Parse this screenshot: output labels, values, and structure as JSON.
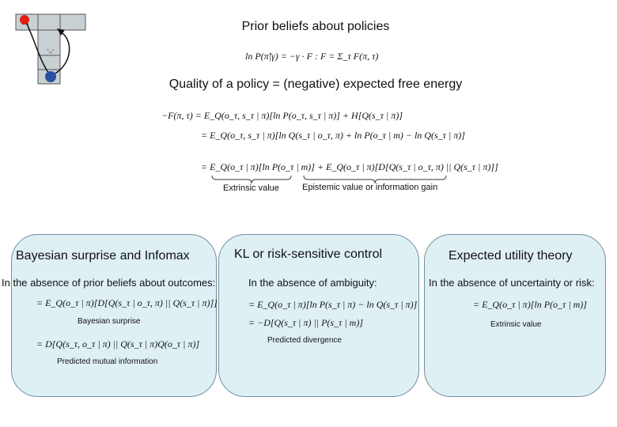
{
  "title": "Prior beliefs about policies",
  "prior_equation": "ln P(π̃|γ) = −γ · F : F = Σ_τ F(π, τ)",
  "subtitle": "Quality of a policy = (negative) expected free energy",
  "free_energy_equations": [
    "−F(π, τ) = E_Q(o_τ, s_τ | π)[ln P(o_τ, s_τ | π)] + H[Q(s_τ | π)]",
    "= E_Q(o_τ, s_τ | π)[ln Q(s_τ | o_τ, π) + ln P(o_τ | m) − ln Q(s_τ | π)]",
    "= E_Q(o_τ | π)[ln P(o_τ | m)] + E_Q(o_τ | π)[D[Q(s_τ | o_τ, π) || Q(s_τ | π)]]"
  ],
  "term_labels": {
    "extrinsic": "Extrinsic value",
    "epistemic": "Epistemic value or information gain"
  },
  "panels": [
    {
      "title": "Bayesian surprise and Infomax",
      "condition": "In the absence of prior beliefs about outcomes:",
      "equation1": "= E_Q(o_τ | π)[D[Q(s_τ | o_τ, π) || Q(s_τ | π)]]",
      "caption1": "Bayesian surprise",
      "equation2": "= D[Q(s_τ, o_τ | π) || Q(s_τ | π)Q(o_τ | π)]",
      "caption2": "Predicted mutual information"
    },
    {
      "title": "KL or risk-sensitive control",
      "condition": "In the absence of ambiguity:",
      "equation1": "= E_Q(o_τ | π)[ln P(s_τ | π) − ln Q(s_τ | π)]",
      "equation2": "= −D[Q(s_τ | π) || P(s_τ | m)]",
      "caption2": "Predicted divergence"
    },
    {
      "title": "Expected utility theory",
      "condition": "In the absence of uncertainty or risk:",
      "equation1": "= E_Q(o_τ | π)[ln P(o_τ | m)]",
      "caption1": "Extrinsic value"
    }
  ],
  "colors": {
    "panel_fill": "#dff0f4",
    "panel_border": "#6f8fa0",
    "maze_fill": "#c8d0d4",
    "maze_border": "#555555",
    "start_marker": "#e02010",
    "agent_marker": "#2a50a0"
  }
}
